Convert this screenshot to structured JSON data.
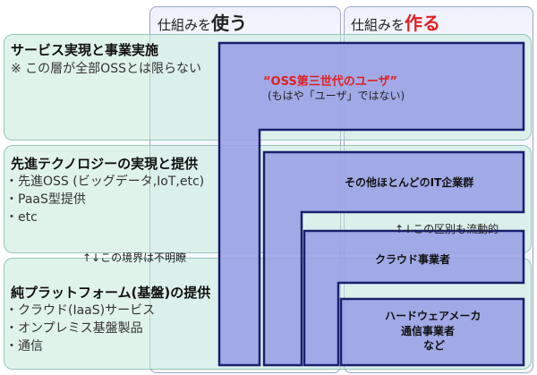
{
  "columns": {
    "use": {
      "prefix": "仕組みを",
      "emph": "使う"
    },
    "make": {
      "prefix": "仕組みを",
      "emph": "作る"
    }
  },
  "layers": [
    {
      "title": "サービス実現と事業実施",
      "note": "※ この層が全部OSSとは限らない",
      "items": []
    },
    {
      "title": "先進テクノロジーの実現と提供",
      "note": "",
      "items": [
        "・先進OSS (ビッグデータ,IoT,etc)",
        "・PaaS型提供",
        "・etc"
      ]
    },
    {
      "title": "純プラットフォーム(基盤)の提供",
      "note": "",
      "items": [
        "・クラウド(IaaS)サービス",
        "・オンプレミス基盤製品",
        "・通信"
      ]
    }
  ],
  "groups": {
    "users": {
      "title": "“OSS第三世代のユーザ”",
      "subtitle": "(もはや「ユーザ」ではない)"
    },
    "it_firms": {
      "label": "その他ほとんどのIT企業群"
    },
    "cloud": {
      "label": "クラウド事業者"
    },
    "hardware": {
      "lines": [
        "ハードウェアメーカ",
        "通信事業者",
        "など"
      ]
    }
  },
  "notes": {
    "boundary": "↑↓この境界は不明瞭",
    "fluid": "↑↓この区別も流動的"
  },
  "colors": {
    "l_fill": "#9aa2e6",
    "l_border": "#1a1f6e",
    "band_fill": "#c6eada",
    "accent_red": "#e02020"
  }
}
